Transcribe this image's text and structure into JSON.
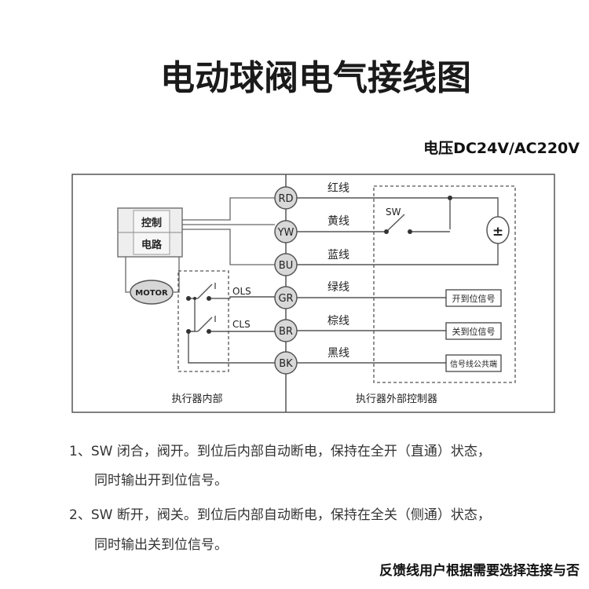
{
  "title": "电动球阀电气接线图",
  "voltage": "电压DC24V/AC220V",
  "control_box": {
    "line1": "控制",
    "line2": "电路"
  },
  "motor": "MOTOR",
  "switches": {
    "open_limit": "OLS",
    "close_limit": "CLS",
    "sw": "SW"
  },
  "terminals": [
    {
      "code": "RD",
      "wire": "红线"
    },
    {
      "code": "YW",
      "wire": "黄线"
    },
    {
      "code": "BU",
      "wire": "蓝线"
    },
    {
      "code": "GR",
      "wire": "绿线"
    },
    {
      "code": "BR",
      "wire": "棕线"
    },
    {
      "code": "BK",
      "wire": "黑线"
    }
  ],
  "power_symbol": "±",
  "signals": {
    "open": "开到位信号",
    "close": "关到位信号",
    "common": "信号线公共端"
  },
  "sections": {
    "inside": "执行器内部",
    "outside": "执行器外部控制器"
  },
  "notes": {
    "n1a": "1、SW 闭合，阀开。到位后内部自动断电，保持在全开（直通）状态，",
    "n1b": "同时输出开到位信号。",
    "n2a": "2、SW 断开，阀关。到位后内部自动断电，保持在全关（侧通）状态，",
    "n2b": "同时输出关到位信号。"
  },
  "footer": "反馈线用户根据需要选择连接与否"
}
